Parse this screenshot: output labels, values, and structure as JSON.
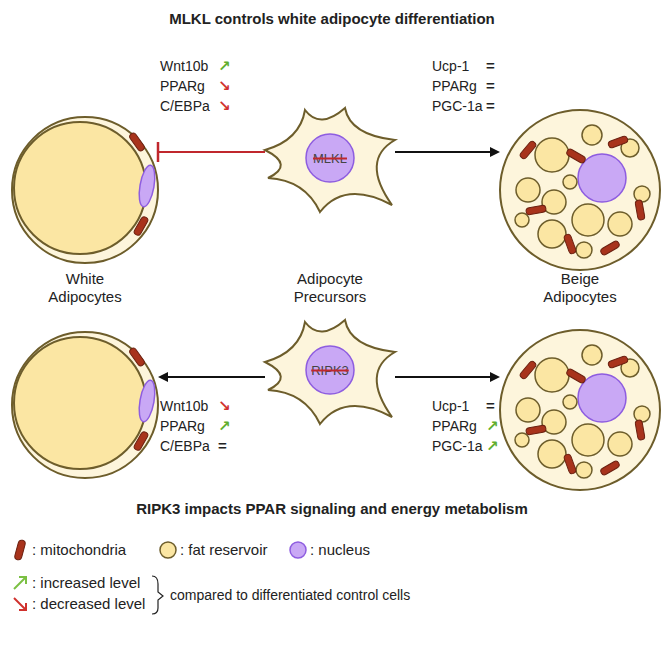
{
  "diagram": {
    "title": "MLKL controls white adipocyte differentiation",
    "caption": "RIPK3 impacts PPAR signaling and energy metabolism",
    "nodes": [
      {
        "text": [
          "White Adipocytes"
        ]
      },
      {
        "text": [
          "MLKL",
          "Adipocyte Precursors"
        ]
      },
      {
        "text": [
          "Beige Adipocytes"
        ]
      },
      {
        "text": []
      },
      {
        "text": [
          "RIPK3"
        ]
      },
      {
        "text": []
      }
    ],
    "edges": [
      {
        "from": 1,
        "to": 0,
        "arrow": "to"
      },
      {
        "from": 1,
        "to": 2,
        "arrow": "to"
      },
      {
        "from": 4,
        "to": 3,
        "arrow": "to"
      },
      {
        "from": 4,
        "to": 5,
        "arrow": "to"
      }
    ],
    "labels": [
      "Wnt10b",
      "↗",
      "PPARg",
      "↘",
      "C/EBPa",
      "↘",
      "Ucp-1",
      "=",
      "PPARg",
      "=",
      "PGC-1a",
      "=",
      "Wnt10b",
      "↘",
      "PPARg",
      "↗",
      "C/EBPa",
      "=",
      "Ucp-1",
      "=",
      "PPARg",
      "↗",
      "PGC-1a",
      "↗",
      "compared to differentiated control cells"
    ],
    "legend": [
      {
        "text": ": mitochondria"
      },
      {
        "text": ": fat reservoir"
      },
      {
        "text": ": nucleus"
      },
      {
        "text": ": increased level"
      },
      {
        "text": ": decreased level"
      }
    ]
  }
}
